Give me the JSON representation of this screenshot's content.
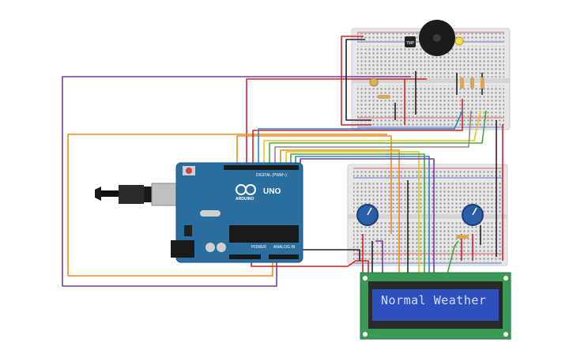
{
  "arduino": {
    "brand": "ARDUINO",
    "model": "UNO",
    "digital_label": "DIGITAL (PWM~)",
    "power_label": "POWER",
    "analog_label": "ANALOG IN"
  },
  "sensor": {
    "label": "TMP"
  },
  "lcd": {
    "text": "Normal Weather"
  },
  "colors": {
    "arduino_board": "#2a6d9f",
    "breadboard": "#e9e9e9",
    "lcd_pcb": "#3a9a55",
    "lcd_screen": "#2e4fbd",
    "wire_red": "#d42424",
    "wire_black": "#222222",
    "wire_purple": "#7a3a9a",
    "wire_orange": "#ef8a1a",
    "wire_yellow": "#e8c21a",
    "wire_green": "#4aa83a",
    "wire_blue": "#2a86c8",
    "wire_gray": "#8a8a8a"
  }
}
